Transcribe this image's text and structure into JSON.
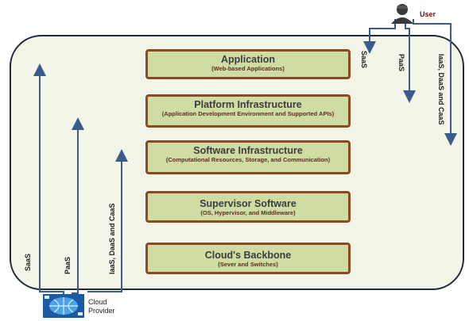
{
  "user": {
    "label": "User",
    "icon": "user-icon"
  },
  "provider": {
    "label_line1": "Cloud",
    "label_line2": "Provider",
    "icon": "globe-network-icon"
  },
  "layers": [
    {
      "title": "Application",
      "subtitle": "(Web-based Applications)"
    },
    {
      "title": "Platform Infrastructure",
      "subtitle": "(Application Development Environment and Supported APIs)"
    },
    {
      "title": "Software Infrastructure",
      "subtitle": "(Computational Resources, Storage, and Communication)"
    },
    {
      "title": "Supervisor Software",
      "subtitle": "(OS, Hypervisor, and Middleware)"
    },
    {
      "title": "Cloud's Backbone",
      "subtitle": "(Sever and Switches)"
    }
  ],
  "user_arrows": [
    "SaaS",
    "PaaS",
    "IaaS, DaaS and CaaS"
  ],
  "provider_arrows": [
    "SaaS",
    "PaaS",
    "IaaS, DaaS and CaaS"
  ],
  "colors": {
    "layer_fill": "#cfdca3",
    "layer_border": "#8c4a22",
    "frame_fill": "#f3f5e8",
    "frame_border": "#1f2a3a",
    "arrow": "#3b5b8a"
  }
}
